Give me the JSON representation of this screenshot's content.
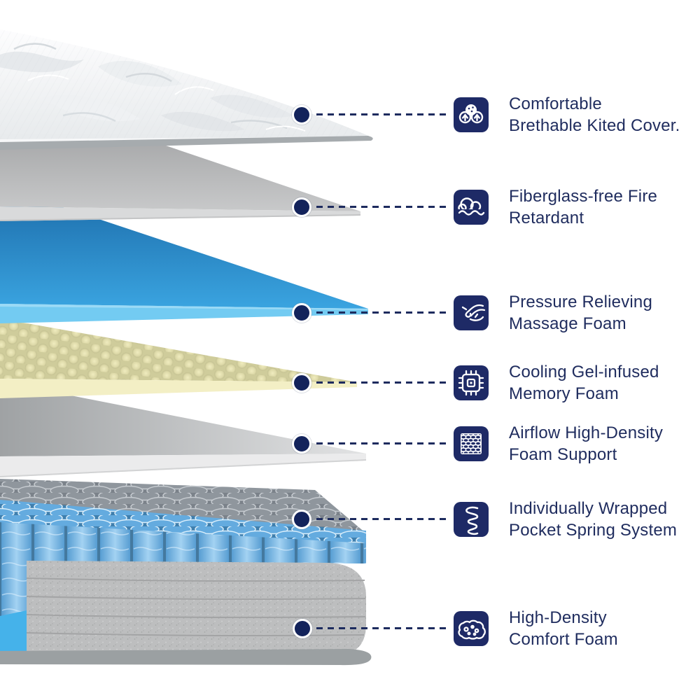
{
  "diagram": {
    "type": "mattress-layer-diagram",
    "layer_count": 7,
    "accent_navy": "#1e2a66",
    "dot_color": "#13235b",
    "text_color": "#1f2c5e",
    "background": "#ffffff"
  },
  "layers": [
    {
      "name": "quilted-knit-cover",
      "color": "#f2f4f5"
    },
    {
      "name": "fire-retardant-layer",
      "color": "#b3b5b6"
    },
    {
      "name": "massage-foam-layer",
      "color": "#2f9ad8"
    },
    {
      "name": "gel-memory-foam-layer",
      "color": "#ddd9a8"
    },
    {
      "name": "support-foam-layer",
      "color": "#c9cacb"
    },
    {
      "name": "pocket-spring-layer",
      "color": "#6fb3e4"
    },
    {
      "name": "base-foam-layer",
      "color": "#bdbebf"
    }
  ],
  "features": [
    {
      "icon": "breathable-cover-icon",
      "line1": "Comfortable",
      "line2": "Brethable Kited Cover."
    },
    {
      "icon": "fire-retardant-icon",
      "line1": "Fiberglass-free Fire",
      "line2": "Retardant"
    },
    {
      "icon": "massage-hand-icon",
      "line1": "Pressure Relieving",
      "line2": "Massage Foam"
    },
    {
      "icon": "cooling-chip-icon",
      "line1": "Cooling Gel-infused",
      "line2": "Memory Foam"
    },
    {
      "icon": "airflow-mesh-icon",
      "line1": "Airflow High-Density",
      "line2": "Foam Support"
    },
    {
      "icon": "spring-icon",
      "line1": "Individually Wrapped",
      "line2": "Pocket Spring System"
    },
    {
      "icon": "sponge-icon",
      "line1": "High-Density",
      "line2": "Comfort Foam"
    }
  ]
}
